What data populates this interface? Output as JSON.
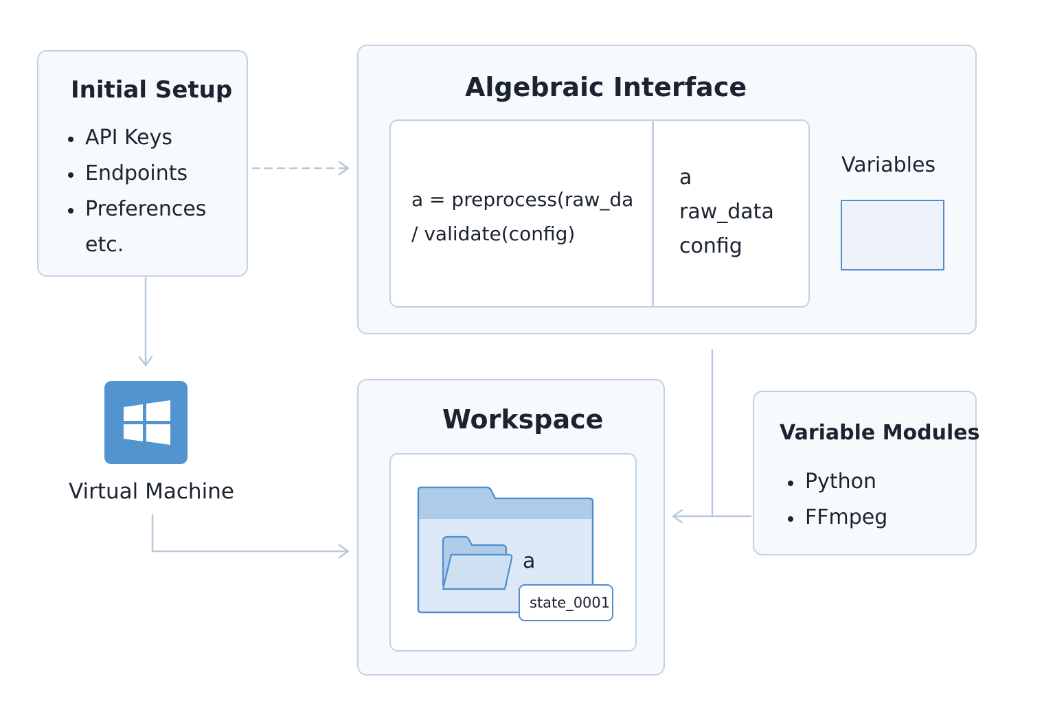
{
  "initial_setup": {
    "title": "Initial Setup",
    "items": [
      "API Keys",
      "Endpoints",
      "Preferences"
    ],
    "more": "etc."
  },
  "algebraic_interface": {
    "title": "Algebraic Interface",
    "code_lines": [
      "a = preprocess(raw_da",
      "/ validate(config)"
    ],
    "variable_names": [
      "a",
      "raw_data",
      "config"
    ],
    "variables_label": "Variables"
  },
  "virtual_machine": {
    "label": "Virtual Machine",
    "icon": "windows-logo-icon"
  },
  "workspace": {
    "title": "Workspace",
    "folder_label": "a",
    "state_label": "state_0001"
  },
  "variable_modules": {
    "title": "Variable Modules",
    "items": [
      "Python",
      "FFmpeg"
    ]
  },
  "colors": {
    "box_border": "#c3d1e2",
    "box_fill": "#f7fafd",
    "accent_blue": "#4f8fcf",
    "folder_fill": "#dbe8f6",
    "text": "#1b2230"
  }
}
